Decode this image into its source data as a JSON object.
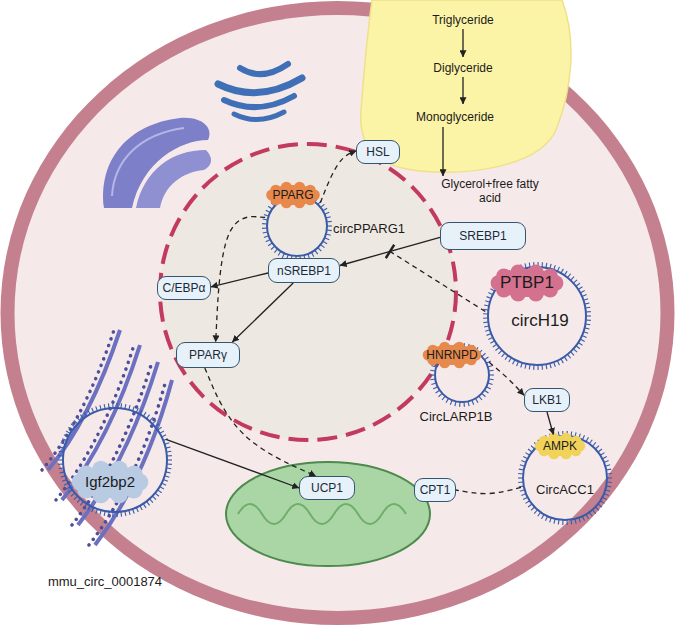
{
  "diagram": {
    "nodes": [
      {
        "text": [
          "Triglyceride",
          "Diglyceride",
          "Monoglyceride"
        ]
      },
      {
        "text": [
          "HSL"
        ],
        "in": 0
      },
      {
        "text": [
          "PPARG",
          "circPPARG1"
        ]
      },
      {
        "text": [
          "SREBP1"
        ]
      },
      {
        "text": [
          "nSREBP1"
        ]
      },
      {
        "text": [
          "PTBP1",
          "circH19"
        ]
      },
      {
        "text": [
          "C/EBPα"
        ]
      },
      {
        "text": [
          "PPARγ"
        ]
      },
      {
        "text": [
          "HNRNPD",
          "CircLARP1B"
        ]
      },
      {
        "text": [
          "LKB1"
        ]
      },
      {
        "text": [
          "AMPK",
          "CircACC1"
        ]
      },
      {
        "text": [
          "Igf2bp2"
        ]
      },
      {
        "text": [
          "UCP1"
        ]
      },
      {
        "text": [
          "CPT1"
        ]
      }
    ],
    "edges": [
      {
        "from": 2,
        "to": 1,
        "arrow": "to"
      },
      {
        "from": 2,
        "to": 7,
        "arrow": "to"
      },
      {
        "from": 3,
        "to": 4,
        "arrow": "to"
      },
      {
        "from": 5,
        "to": 4,
        "arrow": "to"
      },
      {
        "from": 4,
        "to": 6,
        "arrow": "to"
      },
      {
        "from": 4,
        "to": 7,
        "arrow": "to"
      },
      {
        "from": 7,
        "to": 12,
        "arrow": "to"
      },
      {
        "from": 11,
        "to": 12,
        "arrow": "to"
      },
      {
        "from": 8,
        "to": 9,
        "arrow": "to"
      },
      {
        "from": 9,
        "to": 10,
        "arrow": "to"
      },
      {
        "from": 10,
        "to": 13,
        "arrow": "none"
      }
    ],
    "labels": [
      "Glycerol+free fatty acid",
      "mmu_circ_0001874"
    ]
  }
}
